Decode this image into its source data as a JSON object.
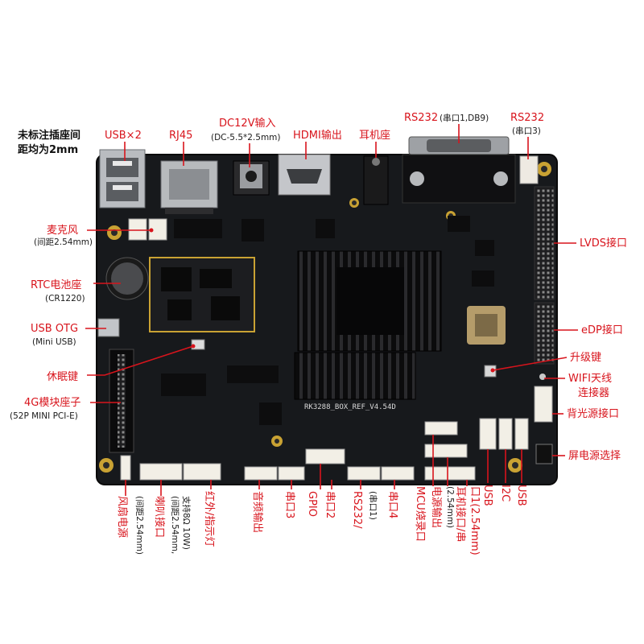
{
  "colors": {
    "accent": "#d8141c",
    "board": "#17191c",
    "heatsink": "#0d0d0e",
    "gold": "#c9a233"
  },
  "note": {
    "line1": "未标注插座间",
    "line2": "距均为2mm"
  },
  "board_silkscreen": "RK3288_BOX_REF_V4.54D",
  "labels": {
    "usb2": "USB×2",
    "rj45": "RJ45",
    "dc_title": "DC12V输入",
    "dc_sub": "(DC-5.5*2.5mm)",
    "hdmi": "HDMI输出",
    "earjack": "耳机座",
    "rs232_1_title": "RS232",
    "rs232_1_sub": "(串口1,DB9)",
    "rs232_3_title": "RS232",
    "rs232_3_sub": "(串口3)",
    "mic_title": "麦克风",
    "mic_sub": "(间距2.54mm)",
    "rtc_title": "RTC电池座",
    "rtc_sub": "(CR1220)",
    "otg_title": "USB OTG",
    "otg_sub": "(Mini USB)",
    "sleep": "休眠键",
    "g4_title": "4G模块座子",
    "g4_sub": "(52P MINI PCI-E)",
    "lvds": "LVDS接口",
    "edp": "eDP接口",
    "upgrade": "升级键",
    "wifi_1": "WIFI天线",
    "wifi_2": "连接器",
    "backlight": "背光源接口",
    "screen_power": "屏电源选择",
    "fan_title": "风扇电源",
    "fan_sub": "(间距2.54mm)",
    "speaker_title": "喇叭接口",
    "speaker_sub1": "(间距2.54mm,",
    "speaker_sub2": "支持8Ω 10W)",
    "ir_led": "红外/指示灯",
    "audio_out": "音频输出",
    "uart3": "串口3",
    "gpio": "GPIO",
    "uart2": "串口2",
    "rs232_uart1_title": "RS232/",
    "rs232_uart1_sub": "(串口1)",
    "uart4": "串口4",
    "mcu_burn": "MCU烧录口",
    "power_out_title": "电源输出",
    "power_out_sub": "(2.54mm)",
    "earport_1": "耳机接口/串",
    "earport_2": "口1(2.54mm)",
    "usb_a": "USB",
    "i2c": "I2C",
    "usb_b": "USB"
  }
}
